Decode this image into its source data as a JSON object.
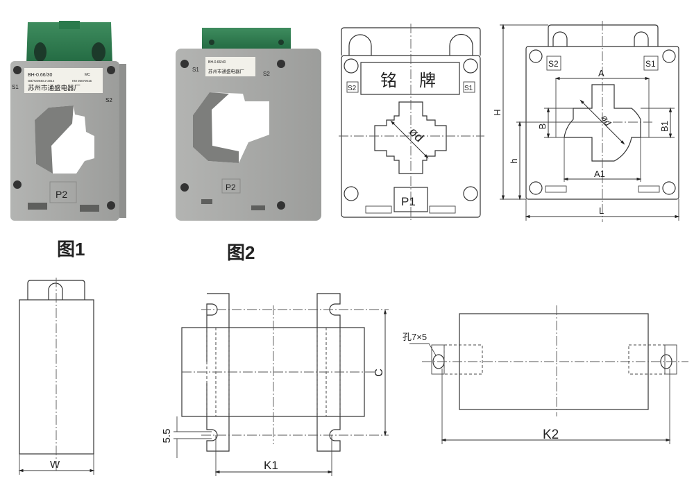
{
  "figures": {
    "fig1_caption": "图1",
    "fig2_caption": "图2"
  },
  "photo1": {
    "model": "BH-0.66/30",
    "standard": "GB/T20840.2-2014",
    "cert": "KM 05070015",
    "manufacturer": "苏州市通盛电器厂",
    "mark": "MC",
    "terminal_s1": "S1",
    "terminal_s2": "S2",
    "terminal_p2": "P2"
  },
  "photo2": {
    "model": "BH-0.66/40",
    "manufacturer": "苏州市通盛电器厂",
    "terminal_s1": "S1",
    "terminal_s2": "S2",
    "terminal_p2": "P2"
  },
  "front_view": {
    "nameplate_char1": "铭",
    "nameplate_char2": "牌",
    "s2": "S2",
    "s1": "S1",
    "p1": "P1",
    "diameter": "ød"
  },
  "dim_view": {
    "s2": "S2",
    "s1": "S1",
    "A": "A",
    "A1": "A1",
    "B": "B",
    "B1": "B1",
    "H": "H",
    "h": "h",
    "L": "L",
    "diameter": "ød"
  },
  "side_view": {
    "W": "W"
  },
  "top_view": {
    "C": "C",
    "K1": "K1",
    "slot": "5.5"
  },
  "mount_view": {
    "K2": "K2",
    "hole": "孔7×5"
  },
  "colors": {
    "cap_green": "#2f7a4f",
    "body_gray": "#a9aaa8"
  }
}
